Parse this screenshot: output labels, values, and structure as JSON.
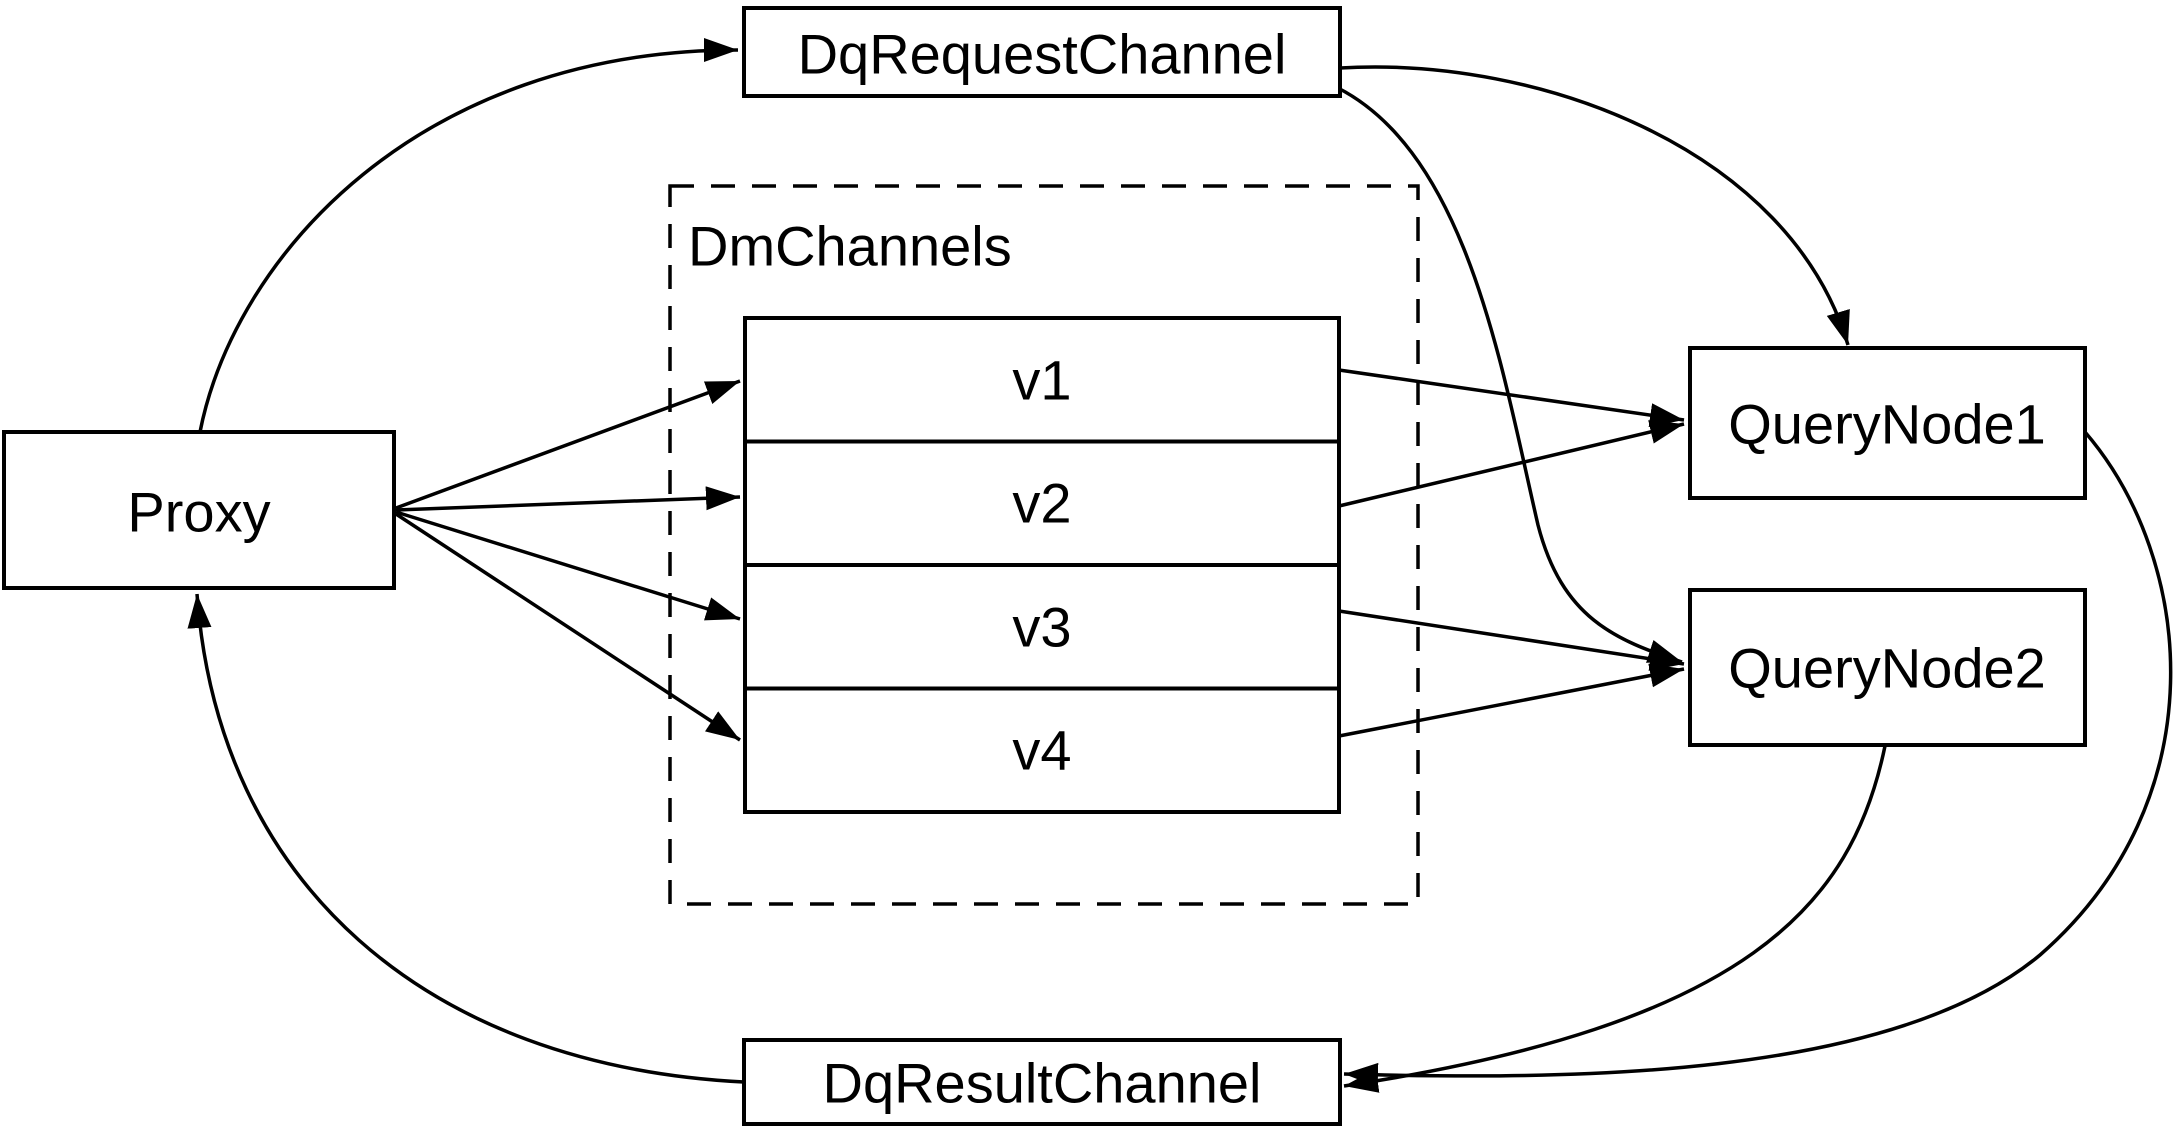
{
  "diagram": {
    "background_color": "#ffffff",
    "line_color": "#000000",
    "box_fill_color": "#ffffff",
    "nodes": {
      "proxy": {
        "label": "Proxy"
      },
      "dq_request_channel": {
        "label": "DqRequestChannel"
      },
      "dm_channels": {
        "label": "DmChannels",
        "channels": [
          {
            "label": "v1"
          },
          {
            "label": "v2"
          },
          {
            "label": "v3"
          },
          {
            "label": "v4"
          }
        ]
      },
      "query_node_1": {
        "label": "QueryNode1"
      },
      "query_node_2": {
        "label": "QueryNode2"
      },
      "dq_result_channel": {
        "label": "DqResultChannel"
      }
    },
    "edges": [
      {
        "from": "proxy",
        "to": "dq_request_channel"
      },
      {
        "from": "dq_request_channel",
        "to": "query_node_1"
      },
      {
        "from": "dq_request_channel",
        "to": "query_node_2"
      },
      {
        "from": "proxy",
        "to": "dm_channels.v1"
      },
      {
        "from": "proxy",
        "to": "dm_channels.v2"
      },
      {
        "from": "proxy",
        "to": "dm_channels.v3"
      },
      {
        "from": "proxy",
        "to": "dm_channels.v4"
      },
      {
        "from": "dm_channels.v1",
        "to": "query_node_1"
      },
      {
        "from": "dm_channels.v2",
        "to": "query_node_1"
      },
      {
        "from": "dm_channels.v3",
        "to": "query_node_2"
      },
      {
        "from": "dm_channels.v4",
        "to": "query_node_2"
      },
      {
        "from": "query_node_1",
        "to": "dq_result_channel"
      },
      {
        "from": "query_node_2",
        "to": "dq_result_channel"
      },
      {
        "from": "dq_result_channel",
        "to": "proxy"
      }
    ]
  }
}
